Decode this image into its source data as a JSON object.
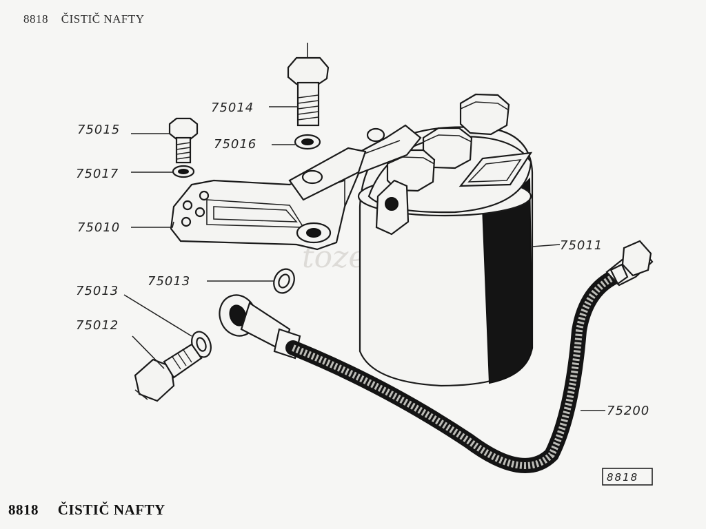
{
  "header": {
    "code": "8818",
    "title": "ČISTIČ NAFTY"
  },
  "footer": {
    "code": "8818",
    "title": "ČISTIČ NAFTY"
  },
  "drawing_number": "8818",
  "watermark": "tozetka.sk",
  "callouts": {
    "p75014": "75014",
    "p75015": "75015",
    "p75016": "75016",
    "p75017": "75017",
    "p75010": "75010",
    "p75013a": "75013",
    "p75013b": "75013",
    "p75012": "75012",
    "p75011": "75011",
    "p75200": "75200"
  }
}
